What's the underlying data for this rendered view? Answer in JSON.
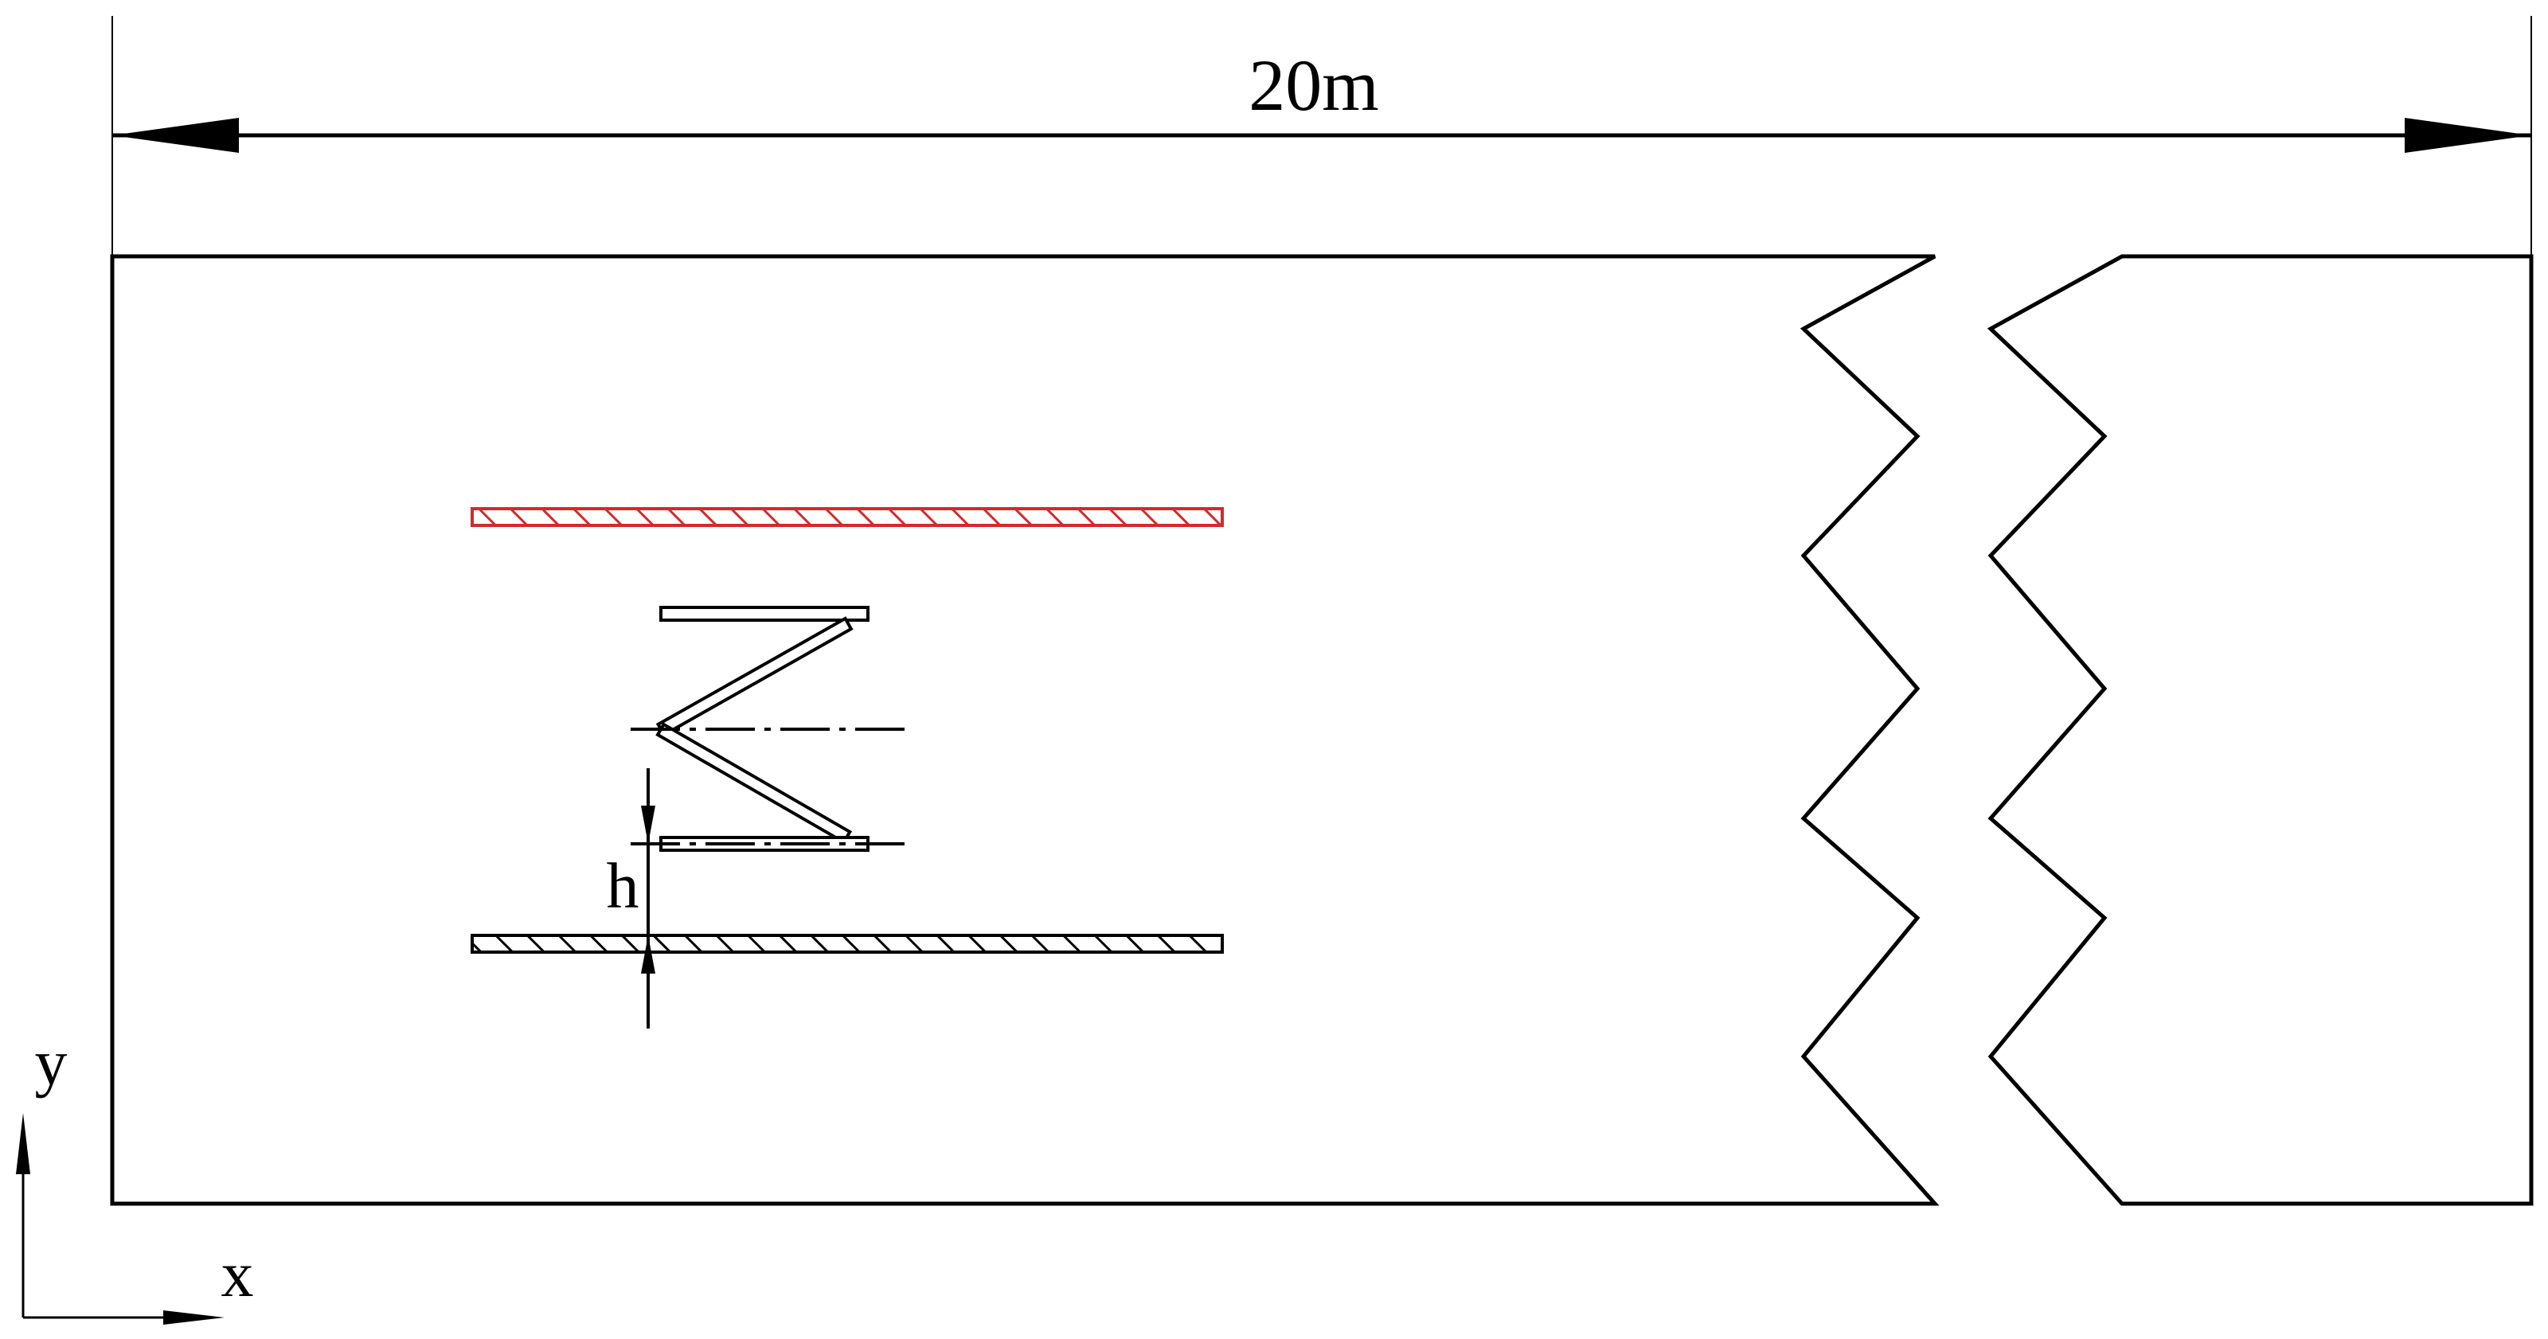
{
  "labels": {
    "domain_length": "20m",
    "gap_height": "h",
    "axis_x": "x",
    "axis_y": "y"
  },
  "colors": {
    "line": "#000000",
    "highlight_plate": "#d42a2a",
    "background": "#ffffff"
  }
}
